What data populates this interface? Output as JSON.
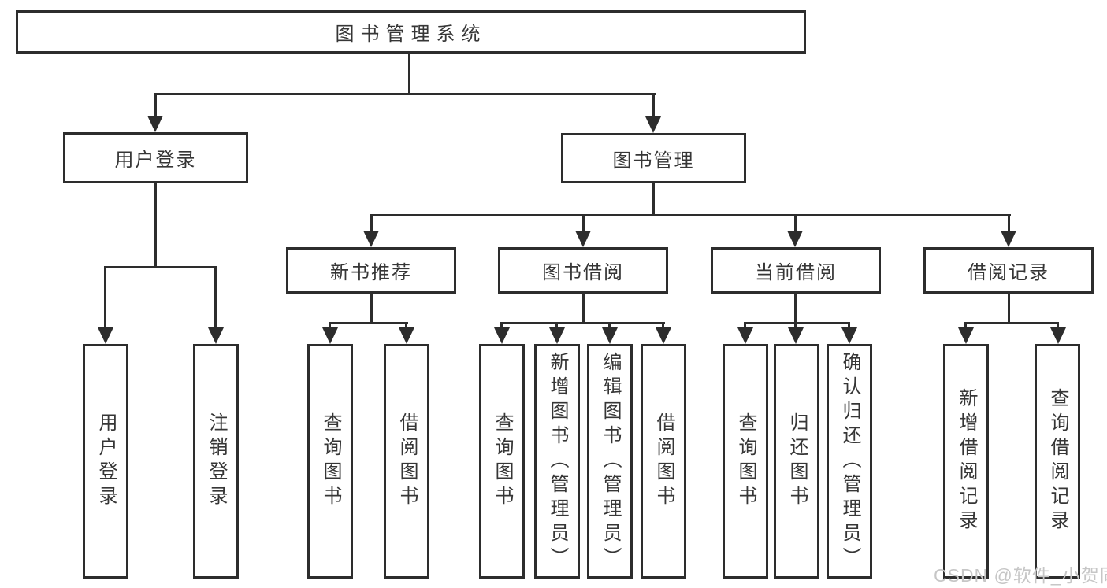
{
  "diagram": {
    "type": "hierarchy",
    "root": {
      "label": "图书管理系统"
    },
    "branches": [
      {
        "label": "用户登录",
        "children": [
          {
            "label": "用户登录"
          },
          {
            "label": "注销登录"
          }
        ]
      },
      {
        "label": "图书管理",
        "children": [
          {
            "label": "新书推荐",
            "children": [
              {
                "label": "查询图书"
              },
              {
                "label": "借阅图书"
              }
            ]
          },
          {
            "label": "图书借阅",
            "children": [
              {
                "label": "查询图书"
              },
              {
                "label": "新增图书（管理员）"
              },
              {
                "label": "编辑图书（管理员）"
              },
              {
                "label": "借阅图书"
              }
            ]
          },
          {
            "label": "当前借阅",
            "children": [
              {
                "label": "查询图书"
              },
              {
                "label": "归还图书"
              },
              {
                "label": "确认归还（管理员）"
              }
            ]
          },
          {
            "label": "借阅记录",
            "children": [
              {
                "label": "新增借阅记录"
              },
              {
                "label": "查询借阅记录"
              }
            ]
          }
        ]
      }
    ]
  },
  "watermark": {
    "text": "CSDN @软件_小贺同学",
    "color": "#c6c6c6"
  },
  "colors": {
    "line": "#2d2d2d",
    "text": "#363636",
    "background": "#ffffff"
  }
}
